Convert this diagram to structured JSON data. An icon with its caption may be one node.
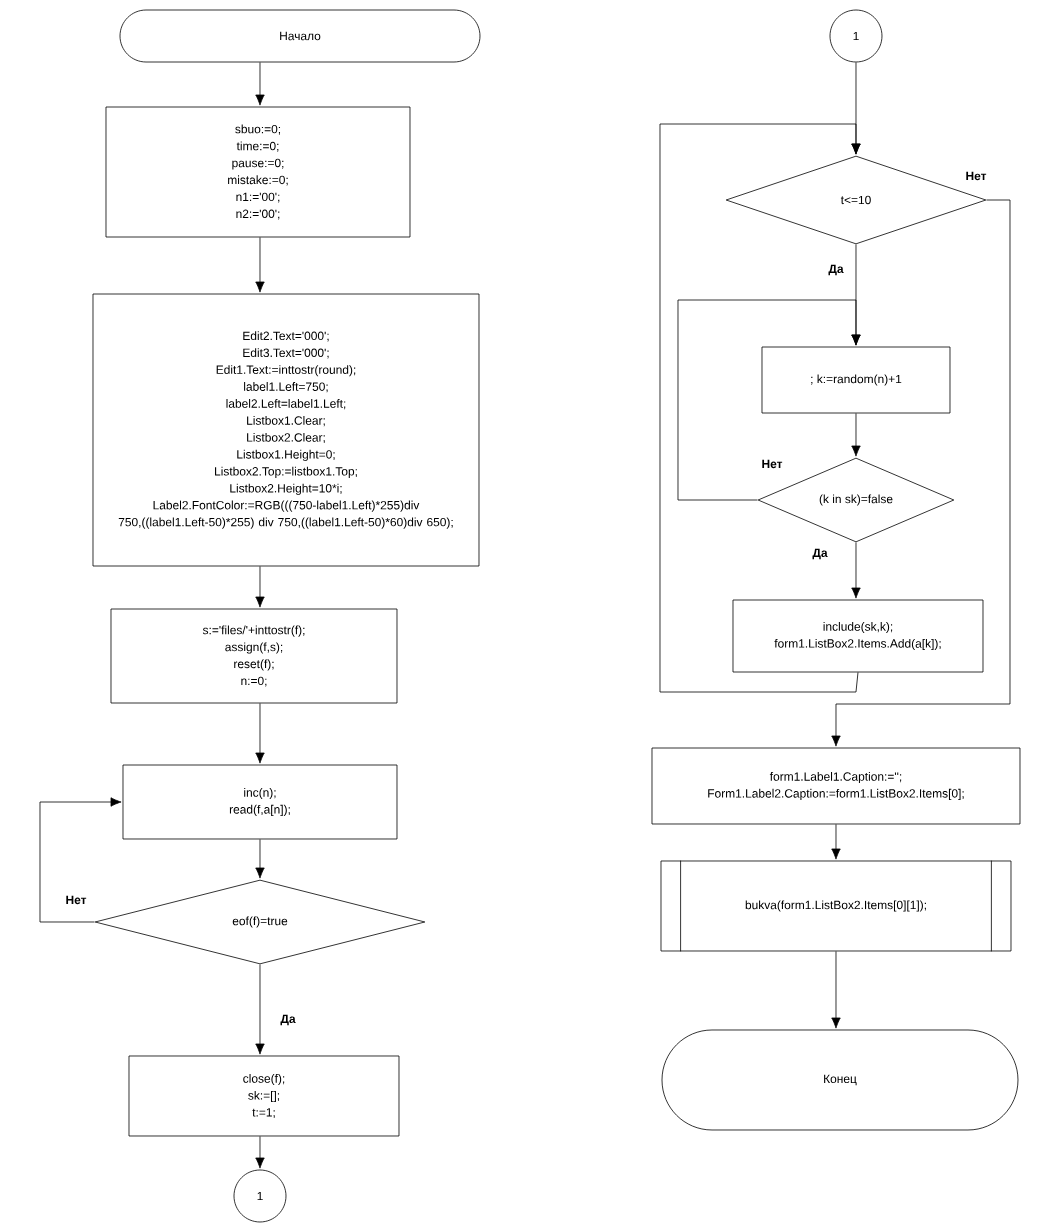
{
  "diagram": {
    "nodes": [
      {
        "text": [
          "Начало"
        ]
      },
      {
        "text": [
          "sbuo:=0;",
          "time:=0;",
          "pause:=0;",
          "mistake:=0;",
          "n1:='00';",
          "n2:='00';"
        ]
      },
      {
        "text": [
          "Edit2.Text='000';",
          "Edit3.Text='000';",
          "Edit1.Text:=inttostr(round);",
          "label1.Left=750;",
          "label2.Left=label1.Left;",
          "Listbox1.Clear;",
          "Listbox2.Clear;",
          "Listbox1.Height=0;",
          "Listbox2.Top:=listbox1.Top;",
          "Listbox2.Height=10*i;",
          "Label2.FontColor:=RGB(((750-label1.Left)*255)div 750,((label1.Left-50)*255) div 750,((label1.Left-50)*60)div 650);"
        ]
      },
      {
        "text": [
          "s:='files/'+inttostr(f);",
          "assign(f,s);",
          "reset(f);",
          "n:=0;"
        ]
      },
      {
        "text": [
          "inc(n);",
          "read(f,a[n]);"
        ]
      },
      {
        "text": [
          "eof(f)=true"
        ]
      },
      {
        "text": [
          "close(f);",
          "sk:=[];",
          "t:=1;"
        ]
      },
      {
        "text": [
          "1"
        ]
      },
      {
        "text": [
          "1"
        ]
      },
      {
        "text": [
          "t<=10"
        ]
      },
      {
        "text": [
          "; k:=random(n)+1"
        ]
      },
      {
        "text": [
          "(k in sk)=false"
        ]
      },
      {
        "text": [
          "include(sk,k);",
          "form1.ListBox2.Items.Add(a[k]);"
        ]
      },
      {
        "text": [
          "form1.Label1.Caption:='';",
          "Form1.Label2.Caption:=form1.ListBox2.Items[0];"
        ]
      },
      {
        "text": [
          "bukva(form1.ListBox2.Items[0][1]);"
        ]
      },
      {
        "text": [
          "Конец"
        ]
      }
    ],
    "edges": [
      {
        "from": 0,
        "to": 1,
        "arrow": "to"
      },
      {
        "from": 1,
        "to": 2,
        "arrow": "to"
      },
      {
        "from": 2,
        "to": 3,
        "arrow": "to"
      },
      {
        "from": 3,
        "to": 4,
        "arrow": "to"
      },
      {
        "from": 4,
        "to": 5,
        "arrow": "to"
      },
      {
        "from": 5,
        "to": 4,
        "arrow": "to",
        "label": "Нет"
      },
      {
        "from": 5,
        "to": 6,
        "arrow": "to",
        "label": "Да"
      },
      {
        "from": 6,
        "to": 7,
        "arrow": "to"
      },
      {
        "from": 8,
        "to": 9,
        "arrow": "to"
      },
      {
        "from": 9,
        "to": 10,
        "arrow": "to",
        "label": "Да"
      },
      {
        "from": 10,
        "to": 11,
        "arrow": "to"
      },
      {
        "from": 11,
        "to": 10,
        "arrow": "to",
        "label": "Нет"
      },
      {
        "from": 11,
        "to": 12,
        "arrow": "to",
        "label": "Да"
      },
      {
        "from": 12,
        "to": 9,
        "arrow": "to"
      },
      {
        "from": 9,
        "to": 13,
        "arrow": "to",
        "label": "Нет"
      },
      {
        "from": 13,
        "to": 14,
        "arrow": "to"
      },
      {
        "from": 14,
        "to": 15,
        "arrow": "to"
      }
    ]
  }
}
